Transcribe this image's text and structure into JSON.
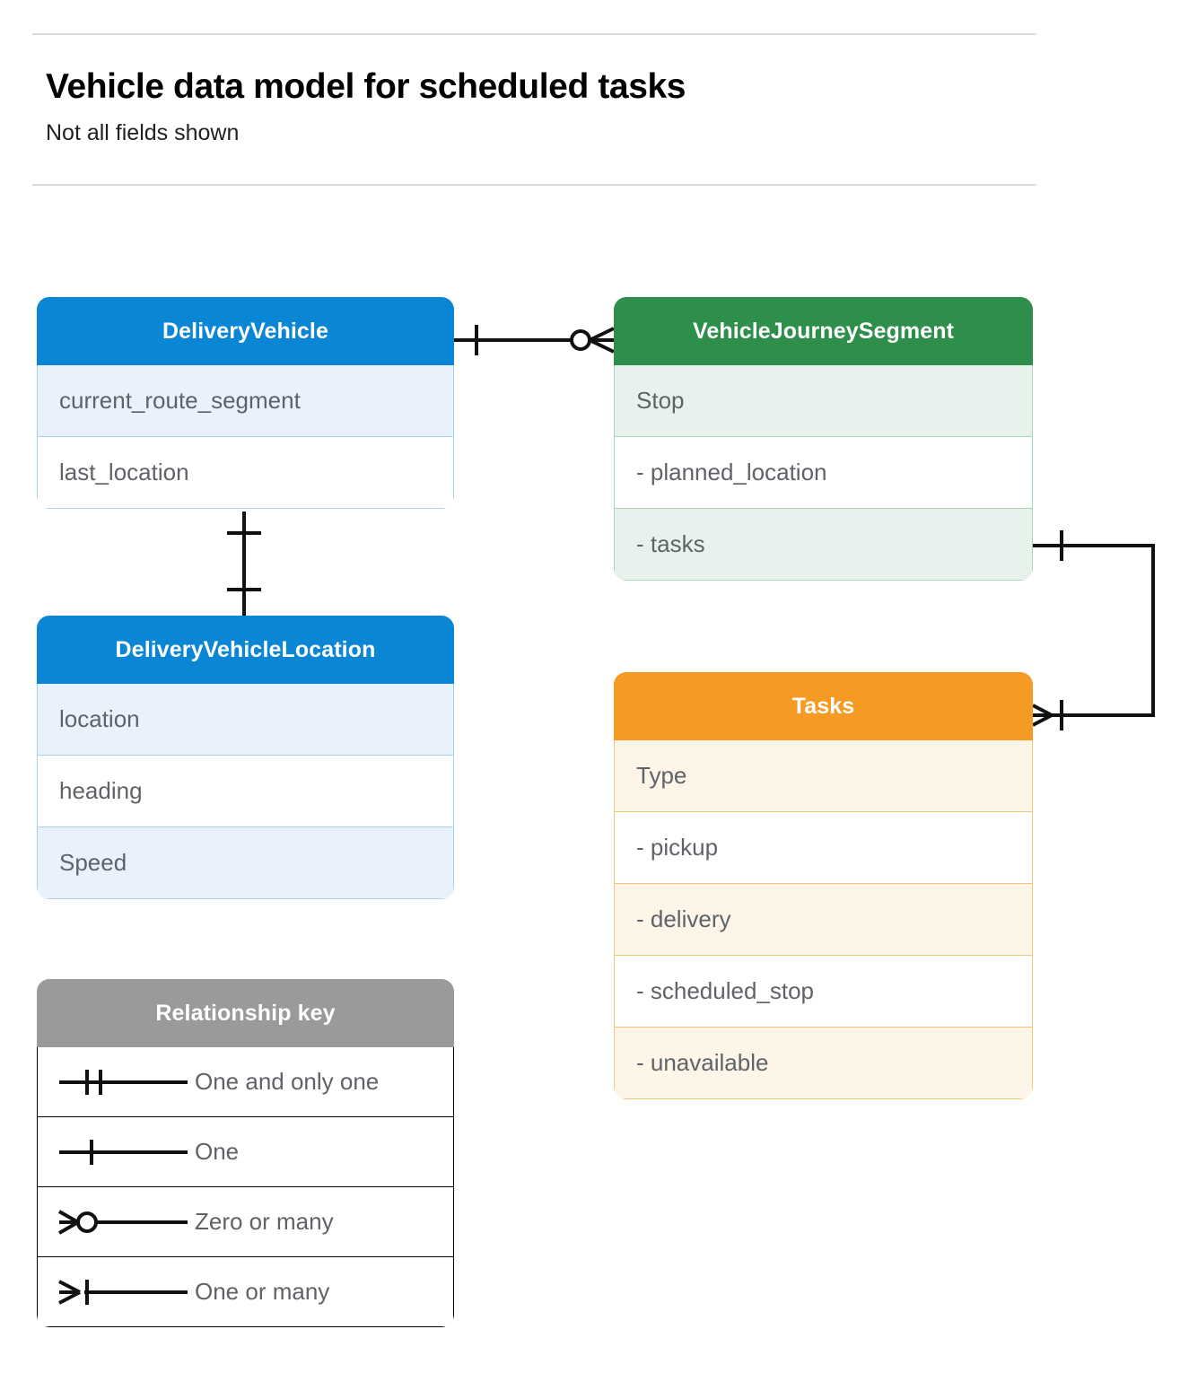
{
  "header": {
    "title": "Vehicle data model for scheduled tasks",
    "subtitle": "Not all fields shown"
  },
  "entities": [
    {
      "id": "delivery-vehicle",
      "name": "DeliveryVehicle",
      "color": "#0b86d4",
      "rows": [
        "current_route_segment",
        "last_location"
      ]
    },
    {
      "id": "vehicle-journey-segment",
      "name": "VehicleJourneySegment",
      "color": "#2e8f4a",
      "rows": [
        "Stop",
        "-  planned_location",
        "- tasks"
      ]
    },
    {
      "id": "delivery-vehicle-location",
      "name": "DeliveryVehicleLocation",
      "color": "#0b86d4",
      "rows": [
        "location",
        "heading",
        "Speed"
      ]
    },
    {
      "id": "tasks",
      "name": "Tasks",
      "color": "#f59a23",
      "rows": [
        "Type",
        "-  pickup",
        "-  delivery",
        "-  scheduled_stop",
        "-  unavailable"
      ]
    }
  ],
  "legend": {
    "title": "Relationship key",
    "header_color": "#9a9a9a",
    "items": [
      {
        "symbol": "one-and-only-one",
        "label": "One and only one"
      },
      {
        "symbol": "one",
        "label": "One"
      },
      {
        "symbol": "zero-or-many",
        "label": "Zero or many"
      },
      {
        "symbol": "one-or-many",
        "label": "One or many"
      }
    ]
  },
  "relationships": [
    {
      "id": "vehicle-to-journey-segment",
      "from": "DeliveryVehicle",
      "from_cardinality": "one",
      "to": "VehicleJourneySegment",
      "to_cardinality": "zero-or-many"
    },
    {
      "id": "vehicle-to-vehicle-location",
      "from": "DeliveryVehicle",
      "from_cardinality": "one",
      "to": "DeliveryVehicleLocation",
      "to_cardinality": "one"
    },
    {
      "id": "journey-segment-tasks-to-tasks",
      "from": "VehicleJourneySegment",
      "from_cardinality": "one",
      "to": "Tasks",
      "to_cardinality": "one-or-many"
    }
  ],
  "colors": {
    "text_gray": "#5f6368",
    "rule": "#dadce0",
    "connector": "#111111"
  }
}
